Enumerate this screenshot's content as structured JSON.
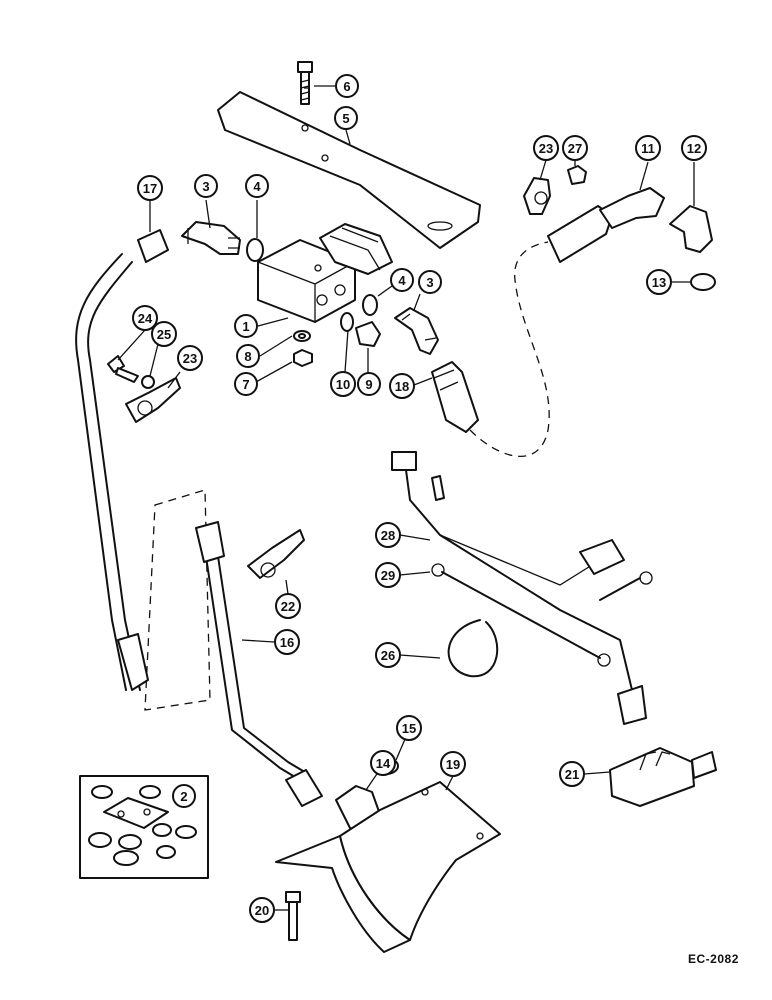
{
  "reference_code": "EC-2082",
  "callouts": [
    {
      "id": "c1",
      "label": "1"
    },
    {
      "id": "c2",
      "label": "2"
    },
    {
      "id": "c3a",
      "label": "3"
    },
    {
      "id": "c3b",
      "label": "3"
    },
    {
      "id": "c4a",
      "label": "4"
    },
    {
      "id": "c4b",
      "label": "4"
    },
    {
      "id": "c5",
      "label": "5"
    },
    {
      "id": "c6",
      "label": "6"
    },
    {
      "id": "c7",
      "label": "7"
    },
    {
      "id": "c8",
      "label": "8"
    },
    {
      "id": "c9",
      "label": "9"
    },
    {
      "id": "c10",
      "label": "10"
    },
    {
      "id": "c11",
      "label": "11"
    },
    {
      "id": "c12",
      "label": "12"
    },
    {
      "id": "c13",
      "label": "13"
    },
    {
      "id": "c14",
      "label": "14"
    },
    {
      "id": "c15",
      "label": "15"
    },
    {
      "id": "c16",
      "label": "16"
    },
    {
      "id": "c17",
      "label": "17"
    },
    {
      "id": "c18",
      "label": "18"
    },
    {
      "id": "c19",
      "label": "19"
    },
    {
      "id": "c20",
      "label": "20"
    },
    {
      "id": "c21",
      "label": "21"
    },
    {
      "id": "c22",
      "label": "22"
    },
    {
      "id": "c23a",
      "label": "23"
    },
    {
      "id": "c23b",
      "label": "23"
    },
    {
      "id": "c24",
      "label": "24"
    },
    {
      "id": "c25",
      "label": "25"
    },
    {
      "id": "c26",
      "label": "26"
    },
    {
      "id": "c27",
      "label": "27"
    },
    {
      "id": "c28",
      "label": "28"
    },
    {
      "id": "c29",
      "label": "29"
    }
  ]
}
